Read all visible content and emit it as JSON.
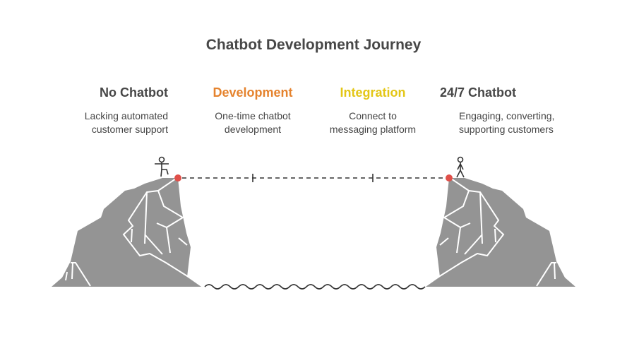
{
  "title": "Chatbot Development Journey",
  "stages": [
    {
      "label": "No Chatbot",
      "description": [
        "Lacking automated",
        "customer support"
      ],
      "color": "#474747"
    },
    {
      "label": "Development",
      "description": [
        "One-time chatbot",
        "development"
      ],
      "color": "#E5832E"
    },
    {
      "label": "Integration",
      "description": [
        "Connect to",
        "messaging platform"
      ],
      "color": "#E3C616"
    },
    {
      "label": "24/7 Chatbot",
      "description": [
        "Engaging, converting,",
        "supporting customers"
      ],
      "color": "#474747"
    }
  ]
}
